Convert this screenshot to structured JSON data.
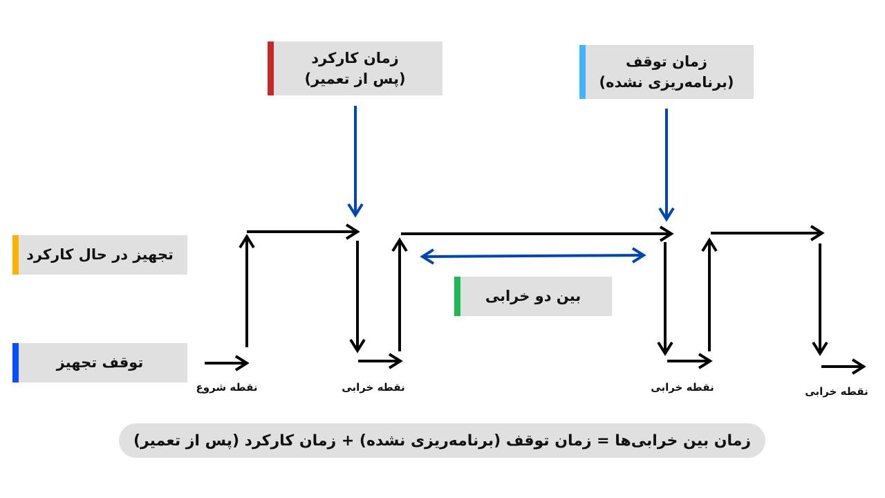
{
  "boxes": {
    "uptime_line1": "زمان کارکرد",
    "uptime_line2": "(پس از تعمیر)",
    "downtime_line1": "زمان توقف",
    "downtime_line2": "(برنامه‌ریزی نشده)",
    "running": "تجهیز در حال کارکرد",
    "stopped": "توقف تجهیز",
    "between": "بین دو خرابی"
  },
  "points": {
    "start": "نقطه شروع",
    "failure1": "نقطه خرابی",
    "failure2": "نقطه خرابی",
    "failure3": "نقطه خرابی"
  },
  "formula": "زمان بین خرابی‌ها = زمان توقف (برنامه‌ریزی نشده) + زمان کارکرد (پس از تعمیر)",
  "colors": {
    "uptime_accent": "#c62828",
    "downtime_accent": "#40b4ff",
    "running_accent": "#ffb300",
    "stopped_accent": "#0a4dff",
    "between_accent": "#1db954",
    "pointer_arrow": "#0047b3",
    "flow_arrow": "#000000"
  }
}
